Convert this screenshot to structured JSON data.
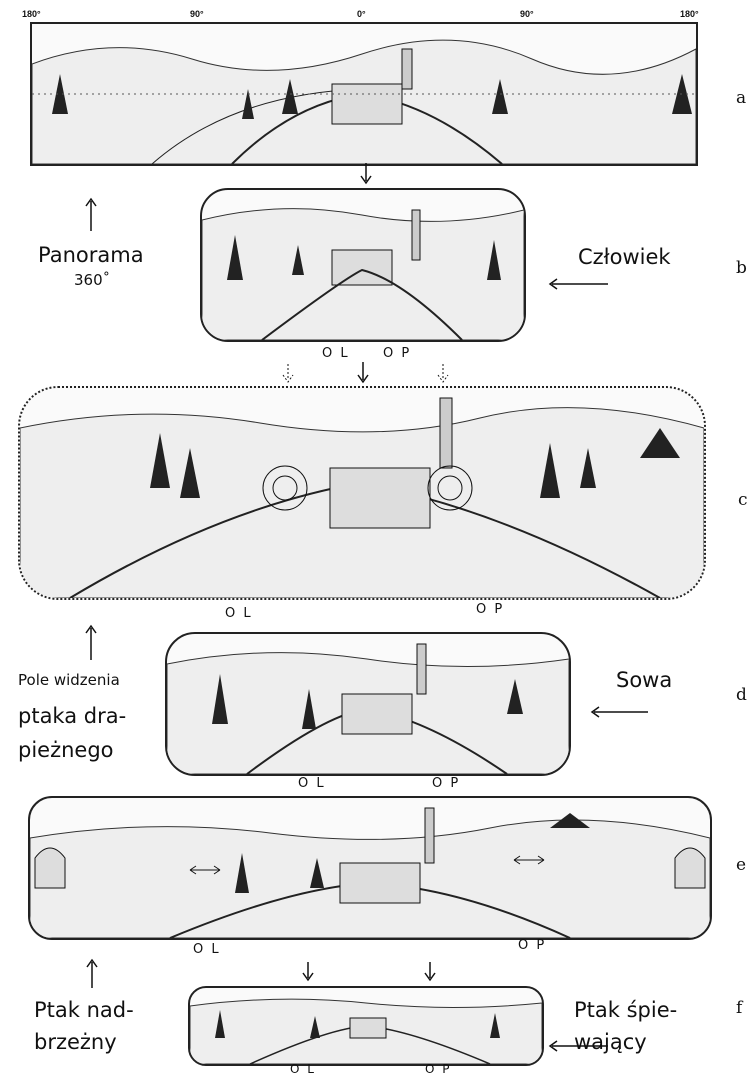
{
  "degrees": [
    "180°",
    "90°",
    "0°",
    "90°",
    "180°"
  ],
  "letters": [
    "a",
    "b",
    "c",
    "d",
    "e",
    "f"
  ],
  "labels": {
    "panorama": "Panorama",
    "panorama_deg": "360˚",
    "czlowiek": "Człowiek",
    "pole_line1": "Pole widzenia",
    "pole_line2": "ptaka dra-",
    "pole_line3": "pieżnego",
    "sowa": "Sowa",
    "ptak_nad_line1": "Ptak nad-",
    "ptak_nad_line2": "brzeżny",
    "ptak_spie_line1": "Ptak śpie-",
    "ptak_spie_line2": "wający"
  },
  "eye_labels": {
    "b": [
      "O L",
      "O P"
    ],
    "c": [
      "O L",
      "O P"
    ],
    "d": [
      "O L",
      "O P"
    ],
    "e": [
      "O L",
      "O P"
    ],
    "f": [
      "O L",
      "O P"
    ]
  }
}
